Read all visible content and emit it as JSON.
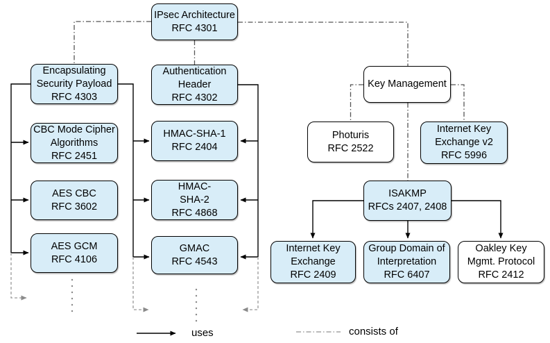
{
  "nodes": {
    "ipsec": {
      "lines": [
        "IPsec Architecture",
        "RFC 4301"
      ]
    },
    "esp": {
      "lines": [
        "Encapsulating",
        "Security Payload",
        "RFC 4303"
      ]
    },
    "cbc_mode": {
      "lines": [
        "CBC Mode Cipher",
        "Algorithms",
        "RFC 2451"
      ]
    },
    "aes_cbc": {
      "lines": [
        "AES CBC",
        "RFC 3602"
      ]
    },
    "aes_gcm": {
      "lines": [
        "AES GCM",
        "RFC 4106"
      ]
    },
    "ah": {
      "lines": [
        "Authentication",
        "Header",
        "RFC 4302"
      ]
    },
    "hmac_sha1": {
      "lines": [
        "HMAC-SHA-1",
        "RFC 2404"
      ]
    },
    "hmac_sha2": {
      "lines": [
        "HMAC-",
        "SHA-2",
        "RFC 4868"
      ]
    },
    "gmac": {
      "lines": [
        "GMAC",
        "RFC 4543"
      ]
    },
    "key_mgmt": {
      "lines": [
        "Key Management"
      ]
    },
    "photuris": {
      "lines": [
        "Photuris",
        "RFC 2522"
      ]
    },
    "ikev2": {
      "lines": [
        "Internet Key",
        "Exchange v2",
        "RFC 5996"
      ]
    },
    "isakmp": {
      "lines": [
        "ISAKMP",
        "RFCs 2407, 2408"
      ]
    },
    "ike": {
      "lines": [
        "Internet Key",
        "Exchange",
        "RFC 2409"
      ]
    },
    "gdoi": {
      "lines": [
        "Group Domain of",
        "Interpretation",
        "RFC 6407"
      ]
    },
    "oakley": {
      "lines": [
        "Oakley Key",
        "Mgmt. Protocol",
        "RFC 2412"
      ]
    }
  },
  "legend": {
    "uses_label": "uses",
    "consists_of_label": "consists of"
  },
  "colors": {
    "node_fill_blue": "#d8edf8",
    "node_fill_white": "#ffffff",
    "node_border": "#000000",
    "uses_line": "#000000",
    "consists_of_line": "#555555",
    "continuation_line": "#999999"
  }
}
